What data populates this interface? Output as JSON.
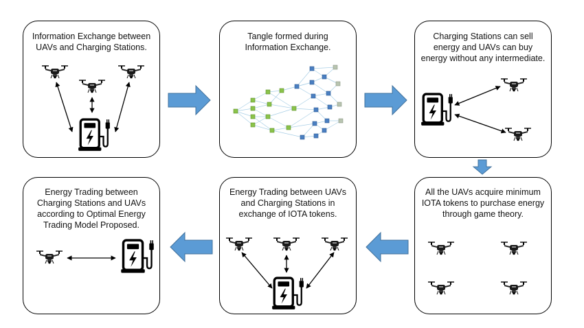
{
  "panels": [
    {
      "title": "Information Exchange between UAVs and Charging Stations."
    },
    {
      "title": "Tangle formed during Information Exchange."
    },
    {
      "title": "Charging Stations can sell energy and UAVs can buy energy without any intermediate."
    },
    {
      "title": "All the UAVs acquire minimum IOTA tokens to purchase energy through game theory."
    },
    {
      "title": "Energy Trading between UAVs and Charging Stations in exchange of IOTA tokens."
    },
    {
      "title": "Energy Trading between Charging Stations and UAVs according to Optimal Energy Trading Model Proposed."
    }
  ],
  "colors": {
    "flow_arrow": "#5b9bd5",
    "flow_arrow_stroke": "#41719c",
    "tangle_green": "#8bc34a",
    "tangle_blue": "#4a7fc1",
    "tangle_gray": "#b8c4b0",
    "tangle_edge": "#a9cfe6"
  }
}
